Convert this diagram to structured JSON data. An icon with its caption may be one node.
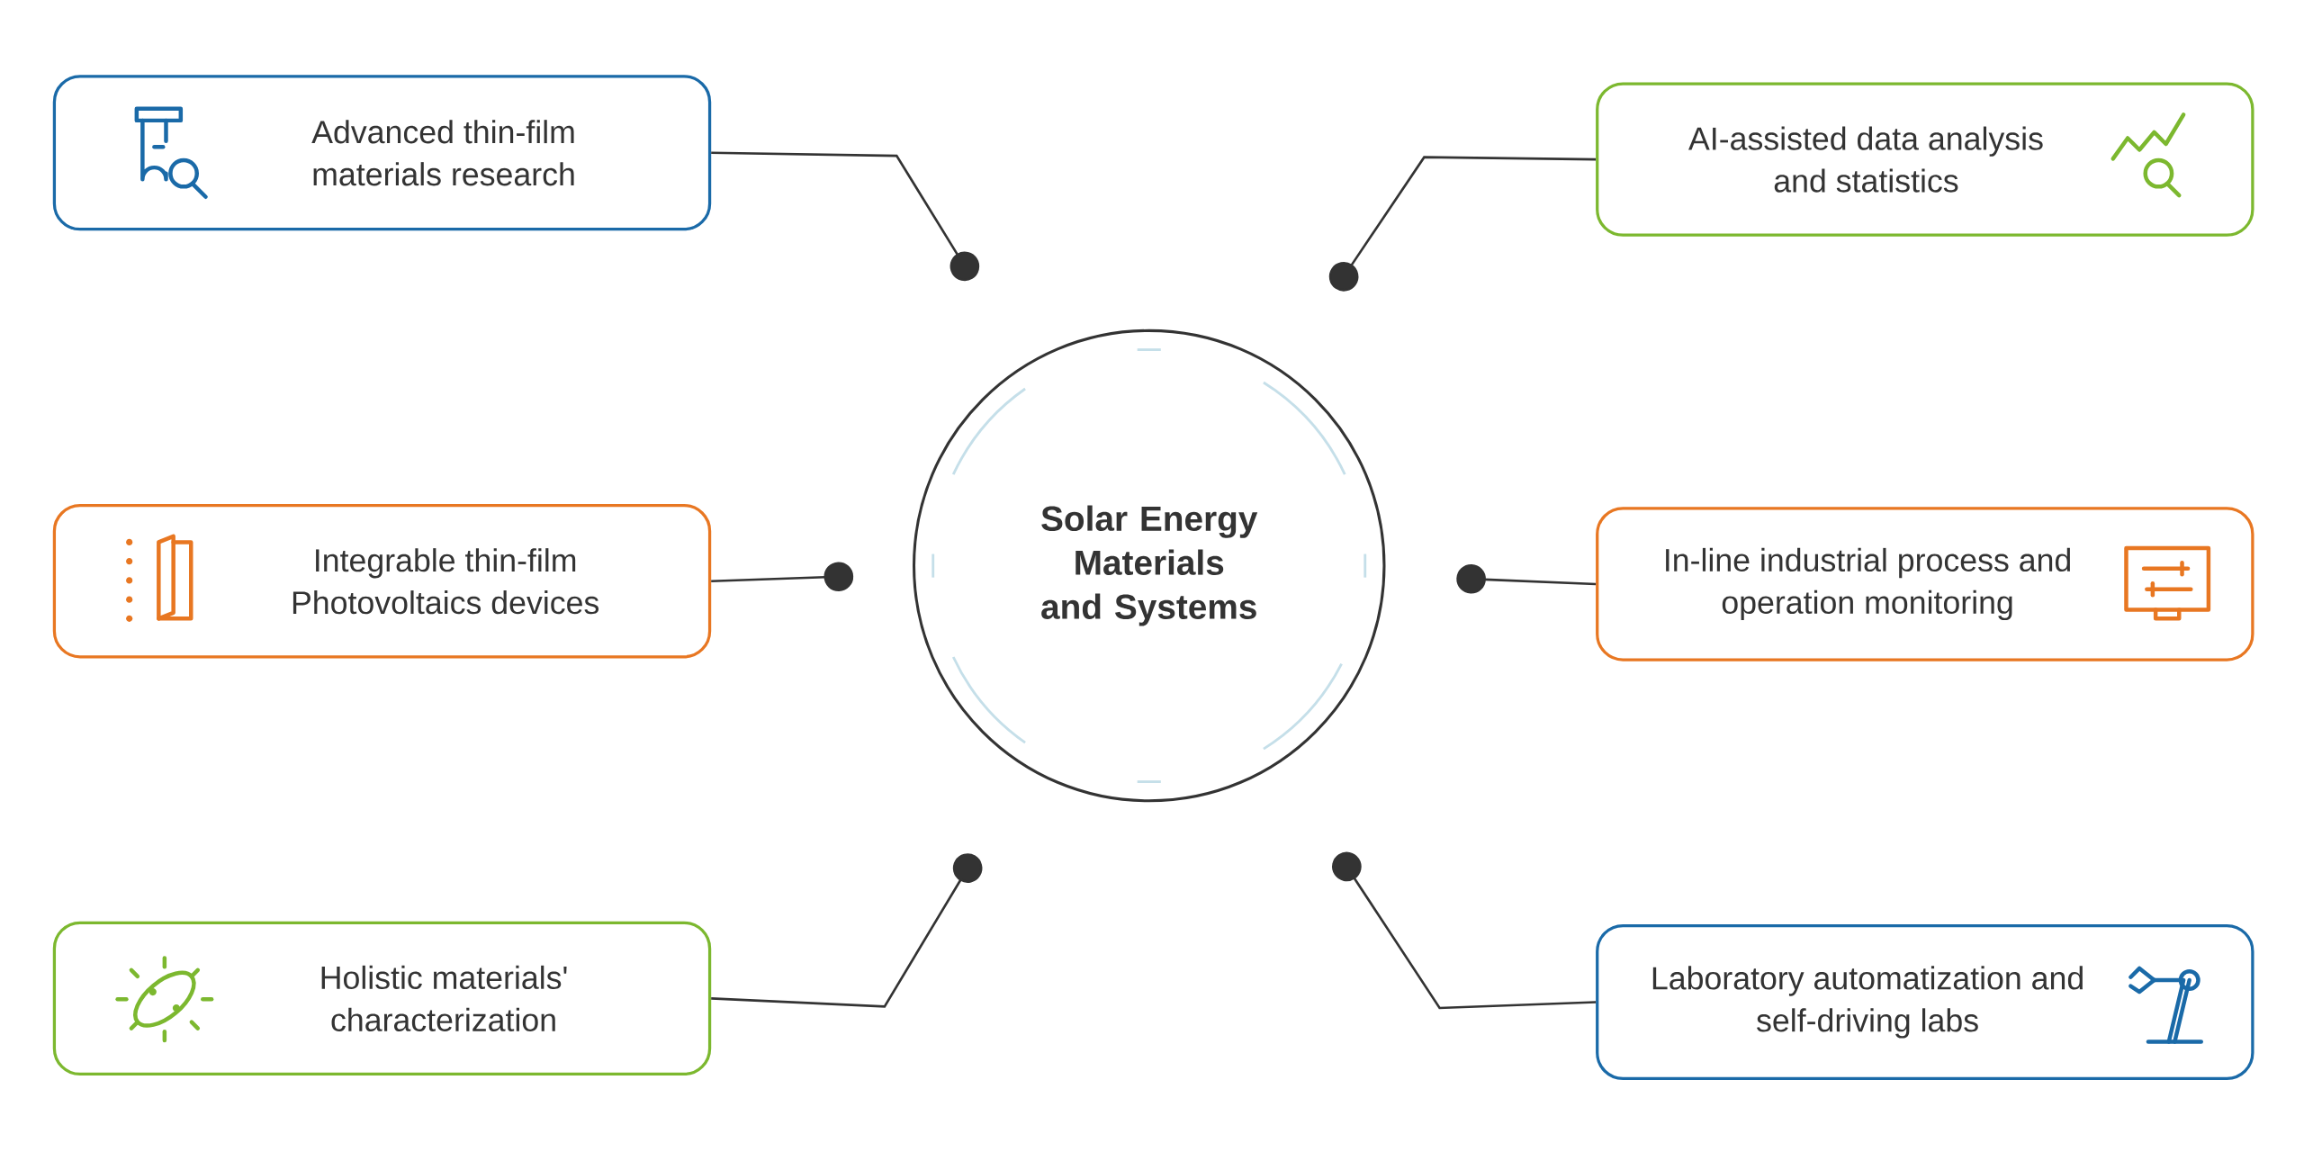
{
  "diagram": {
    "nodes": [
      {
        "text": [
          "Solar Energy Materials and Systems"
        ]
      },
      {
        "text": [
          "Advanced thin-film materials research"
        ]
      },
      {
        "text": [
          "AI-assisted data analysis and statistics"
        ]
      },
      {
        "text": [
          "Integrable thin-film Photovoltaics devices"
        ]
      },
      {
        "text": [
          "In-line industrial process and operation monitoring"
        ]
      },
      {
        "text": [
          "Holistic materials' characterization"
        ]
      },
      {
        "text": [
          "Laboratory automatization and self-driving labs"
        ]
      }
    ],
    "edges": [
      {
        "from": 1,
        "to": 0,
        "arrow": "other"
      },
      {
        "from": 2,
        "to": 0,
        "arrow": "other"
      },
      {
        "from": 3,
        "to": 0,
        "arrow": "other"
      },
      {
        "from": 4,
        "to": 0,
        "arrow": "other"
      },
      {
        "from": 5,
        "to": 0,
        "arrow": "other"
      },
      {
        "from": 6,
        "to": 0,
        "arrow": "other"
      }
    ]
  }
}
